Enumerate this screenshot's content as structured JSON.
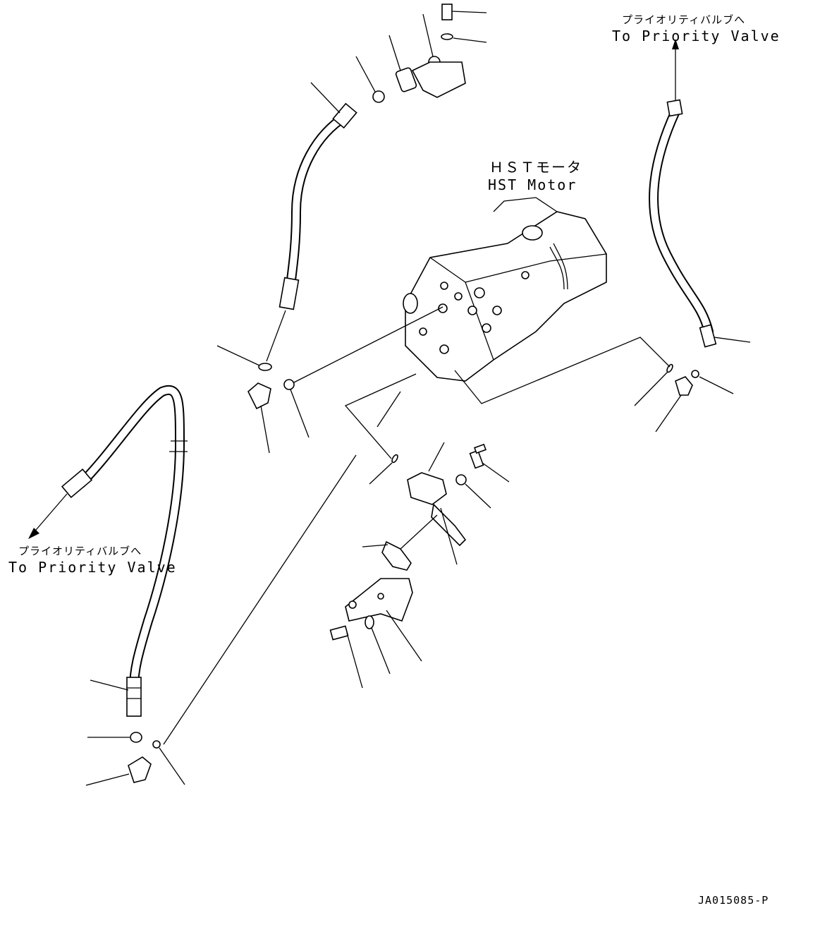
{
  "labels": {
    "priority_valve_top_jp": "プライオリティバルブへ",
    "priority_valve_top_en": "To Priority Valve",
    "hst_motor_jp": "ＨＳＴモータ",
    "hst_motor_en": "HST Motor",
    "priority_valve_left_jp": "プライオリティバルブへ",
    "priority_valve_left_en": "To Priority Valve",
    "drawing_id": "JA015085-P"
  }
}
